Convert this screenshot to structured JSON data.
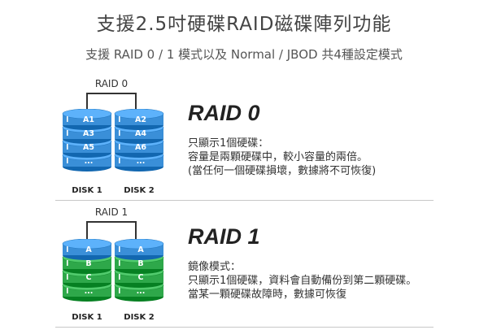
{
  "header": {
    "title": "支援2.5吋硬碟RAID磁碟陣列功能",
    "subtitle": "支援 RAID 0 / 1 模式以及 Normal / JBOD 共4種設定模式"
  },
  "colors": {
    "blue": "#3a8fd8",
    "green": "#2ea84a",
    "dark": "#333333"
  },
  "raid0": {
    "bracket_label": "RAID 0",
    "heading": "RAID 0",
    "desc": [
      "只顯示1個硬碟：",
      "容量是兩顆硬碟中，較小容量的兩倍。",
      "(當任何一個硬碟損壞，數據將不可恢復)"
    ],
    "disk1": {
      "label": "DISK 1",
      "platters": [
        "A1",
        "A3",
        "A5",
        "..."
      ]
    },
    "disk2": {
      "label": "DISK 2",
      "platters": [
        "A2",
        "A4",
        "A6",
        "..."
      ]
    }
  },
  "raid1": {
    "bracket_label": "RAID 1",
    "heading": "RAID 1",
    "desc": [
      "鏡像模式：",
      "只顯示1個硬碟，資料會自動備份到第二顆硬碟。",
      "當某一顆硬碟故障時，數據可恢復"
    ],
    "disk1": {
      "label": "DISK 1",
      "platters": [
        "A",
        "B",
        "C",
        "..."
      ]
    },
    "disk2": {
      "label": "DISK 2",
      "platters": [
        "A",
        "B",
        "C",
        "..."
      ]
    }
  }
}
